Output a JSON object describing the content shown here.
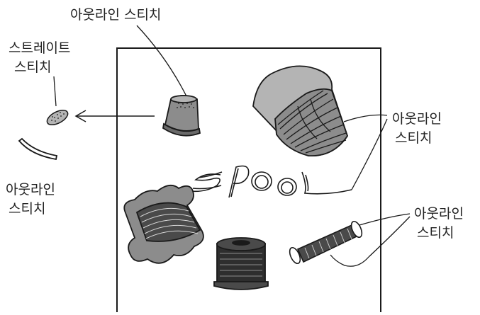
{
  "labels": {
    "thimble_top": "아웃라인 스티치",
    "left_top_line1": "스트레이트",
    "left_top_line2": "스티치",
    "left_bottom_line1": "아웃라인",
    "left_bottom_line2": "스티치",
    "right_mid_line1": "아웃라인",
    "right_mid_line2": "스티치",
    "right_low_line1": "아웃라인",
    "right_low_line2": "스티치"
  },
  "artwork": {
    "lettering": "SPOOL",
    "colors": {
      "ink": "#1a1a1a",
      "light_gray": "#b4b4b4",
      "mid_gray": "#8c8c8c",
      "dark_gray": "#4a4a4a"
    }
  }
}
